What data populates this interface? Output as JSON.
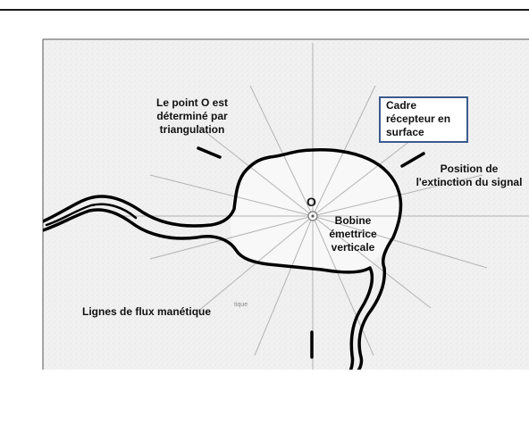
{
  "diagram": {
    "labels": {
      "triangulation": "Le point O est\ndéterminé par\ntriangulation",
      "receiver": "Cadre\nrécepteur en\nsurface",
      "extinction": "Position de\nl'extinction du signal",
      "point": "O",
      "coil": "Bobine\némettrice\nverticale",
      "flux_lines": "Lignes de flux manétique",
      "faint_text": "tique"
    },
    "colors": {
      "outline": "#000000",
      "rays": "#b0b0b0",
      "box_border": "#3a5a8c",
      "paper": "#f2f2f2",
      "cave_fill": "#f7f7f7"
    }
  }
}
